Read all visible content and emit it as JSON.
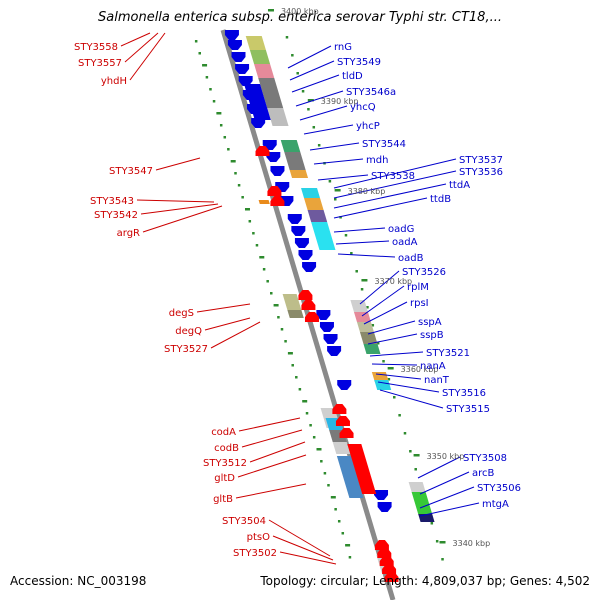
{
  "title": "Salmonella enterica subsp. enterica serovar Typhi str. CT18,...",
  "footer": {
    "accession": "Accession: NC_003198",
    "summary": "Topology: circular; Length: 4,809,037 bp; Genes: 4,502"
  },
  "colors": {
    "backbone": "#8a8a8a",
    "forward_strand": "#ff0000",
    "reverse_strand": "#0000e0",
    "forward_label": "#cc0000",
    "reverse_label": "#0000cc",
    "tick_marks": "#2e8b2e",
    "kbp_text": "#555555"
  },
  "kbp_ticks": [
    "3400 kbp",
    "3390 kbp",
    "3380 kbp",
    "3370 kbp",
    "3360 kbp",
    "3350 kbp",
    "3340 kbp"
  ],
  "forward_genes": [
    "STY3558",
    "STY3557",
    "yhdH",
    "STY3547",
    "STY3543",
    "STY3542",
    "argR",
    "degS",
    "degQ",
    "STY3527",
    "codA",
    "codB",
    "STY3512",
    "gltD",
    "gltB",
    "STY3504",
    "ptsO",
    "STY3502"
  ],
  "reverse_genes": [
    "rnG",
    "STY3549",
    "tldD",
    "STY3546a",
    "yhcQ",
    "yhcP",
    "STY3544",
    "mdh",
    "STY3538",
    "STY3537",
    "STY3536",
    "ttdA",
    "ttdB",
    "oadG",
    "oadA",
    "oadB",
    "STY3526",
    "rplM",
    "rpsI",
    "sspA",
    "sspB",
    "STY3521",
    "nanA",
    "nanT",
    "STY3516",
    "STY3515",
    "STY3508",
    "arcB",
    "STY3506",
    "mtgA"
  ]
}
